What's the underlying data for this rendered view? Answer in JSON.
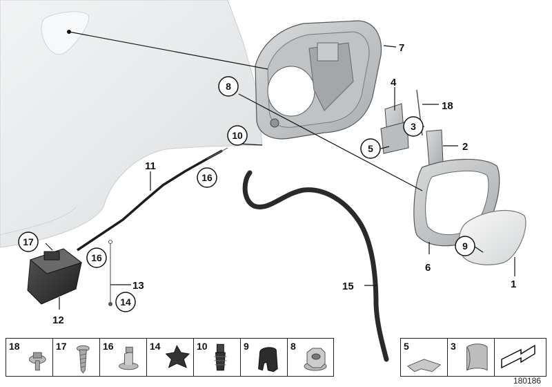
{
  "callouts": [
    {
      "id": "c1",
      "text": "1"
    },
    {
      "id": "c2",
      "text": "2"
    },
    {
      "id": "c3",
      "text": "3"
    },
    {
      "id": "c4",
      "text": "4"
    },
    {
      "id": "c5",
      "text": "5"
    },
    {
      "id": "c6",
      "text": "6"
    },
    {
      "id": "c7",
      "text": "7"
    },
    {
      "id": "c8",
      "text": "8"
    },
    {
      "id": "c9",
      "text": "9"
    },
    {
      "id": "c10",
      "text": "10"
    },
    {
      "id": "c11",
      "text": "11"
    },
    {
      "id": "c12",
      "text": "12"
    },
    {
      "id": "c13",
      "text": "13"
    },
    {
      "id": "c14",
      "text": "14"
    },
    {
      "id": "c15",
      "text": "15"
    },
    {
      "id": "c16a",
      "text": "16"
    },
    {
      "id": "c16b",
      "text": "16"
    },
    {
      "id": "c17",
      "text": "17"
    },
    {
      "id": "c18",
      "text": "18"
    }
  ],
  "fastener_strip": {
    "left": [
      "18",
      "17",
      "16",
      "14",
      "10",
      "9",
      "8"
    ],
    "right": [
      "5",
      "3",
      ""
    ]
  },
  "doc_number": "180186",
  "colors": {
    "panel": "#e8eaeb",
    "line": "#111111",
    "hose": "#2a2a2a"
  }
}
